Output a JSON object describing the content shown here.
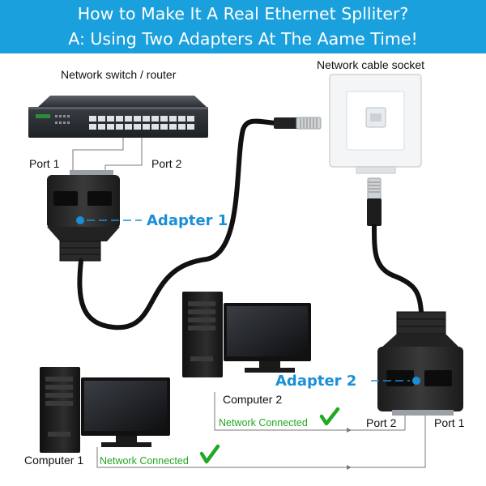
{
  "header": {
    "line1": "How to Make It A Real Ethernet Splliter?",
    "line2": "A: Using Two Adapters At The Aame Time!"
  },
  "labels": {
    "switch": "Network switch / router",
    "socket": "Network cable socket",
    "port1_top": "Port 1",
    "port2_top": "Port 2",
    "adapter1": "Adapter 1",
    "adapter2": "Adapter 2",
    "computer2": "Computer 2",
    "computer1": "Computer 1",
    "net_connected_2": "Network Connected",
    "net_connected_1": "Network Connected",
    "port2_bottom": "Port 2",
    "port1_bottom": "Port 1"
  },
  "colors": {
    "header_bg": "#1aa0dc",
    "adapter_label": "#1a8fd6",
    "connected": "#22a822"
  }
}
